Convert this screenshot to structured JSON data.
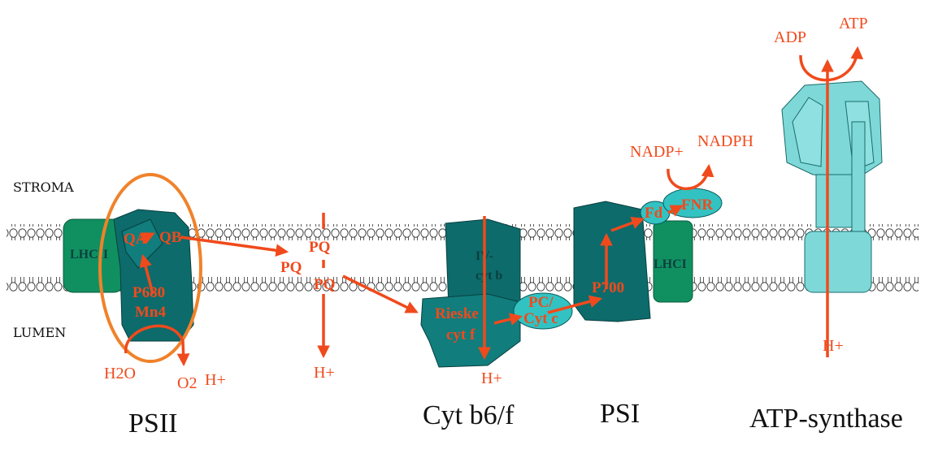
{
  "regions": {
    "stroma": "STROMA",
    "lumen": "LUMEN"
  },
  "captions": {
    "psii": "PSII",
    "cyt_b6f": "Cyt b6/f",
    "psi": "PSI",
    "atp_synthase": "ATP-synthase"
  },
  "psii": {
    "lhcii": "LHCII",
    "qa": "QA",
    "qb": "QB",
    "p680": "P680",
    "mn4": "Mn4",
    "h2o": "H2O",
    "o2": "O2",
    "h_plus": "H+"
  },
  "pq_pool": {
    "pq1": "PQ",
    "pq2": "PQ",
    "pq3": "PQ",
    "h_plus": "H+"
  },
  "cyt": {
    "iv_cyt_b": [
      "IV-",
      "cyt b"
    ],
    "rieske": [
      "Rieske",
      "cyt f"
    ],
    "pc": [
      "PC/",
      "Cyt c"
    ],
    "h_plus": "H+"
  },
  "psi": {
    "p700": "P700",
    "lhci": "LHCI",
    "fd": "Fd",
    "fnr": "FNR",
    "nadp": "NADP+",
    "nadph": "NADPH"
  },
  "atp": {
    "adp": "ADP",
    "atp": "ATP",
    "h_plus": "H+"
  },
  "colors": {
    "arrow": "#f04a1c",
    "psii_ring": "#f0822a",
    "dark_teal": "#0d6b6b",
    "teal": "#117d7d",
    "light_cyan": "#7ed8d8",
    "cyan_protein": "#33c2c2",
    "green": "#109060"
  }
}
